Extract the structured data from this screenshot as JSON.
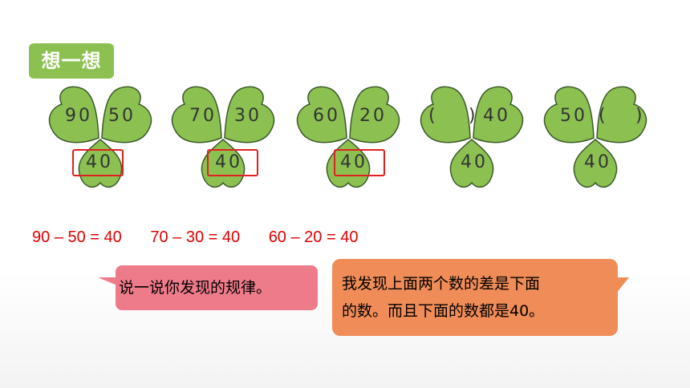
{
  "title": "想一想",
  "clovers": [
    {
      "left": "90",
      "right": "50",
      "bottom": "40",
      "highlight": true
    },
    {
      "left": "70",
      "right": "30",
      "bottom": "40",
      "highlight": true
    },
    {
      "left": "60",
      "right": "20",
      "bottom": "40",
      "highlight": true
    },
    {
      "left": "",
      "right": "40",
      "bottom": "40",
      "highlight": false
    },
    {
      "left": "50",
      "right": "",
      "bottom": "40",
      "highlight": false
    }
  ],
  "equations": [
    "90 – 50 = 40",
    "70 – 30 = 40",
    "60 – 20 = 40"
  ],
  "bubble_left": "说一说你发现的规律。",
  "bubble_right_line1": "我发现上面两个数的差是下面",
  "bubble_right_line2": "的数。而且下面的数都是40。",
  "colors": {
    "leaf": "#8cc152",
    "leaf_stroke": "#3c5a2a",
    "highlight": "#e02020",
    "equation": "#e00000",
    "bubble_left": "#ee7b8a",
    "bubble_right": "#ef8c58"
  }
}
